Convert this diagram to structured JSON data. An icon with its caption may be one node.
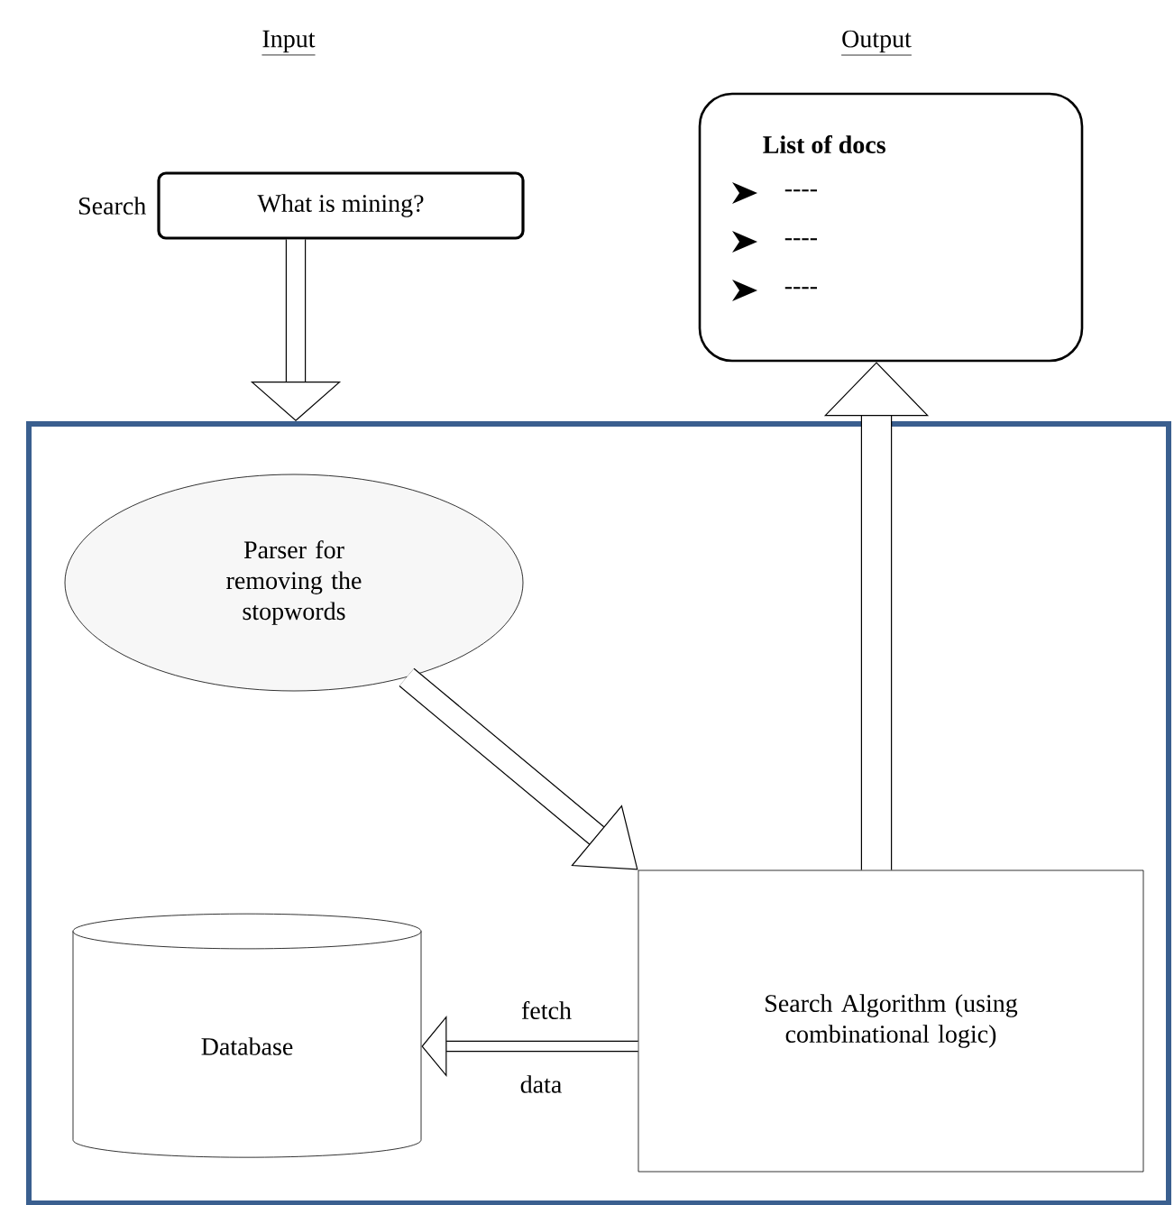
{
  "diagram": {
    "nodes": [
      {
        "text": [
          "What is mining?"
        ],
        "beside": [
          "Search"
        ]
      },
      {
        "text": [
          "List of docs",
          "----",
          "----",
          "----"
        ]
      },
      {
        "text": [],
        "shape": "box"
      },
      {
        "text": [
          "Parser for removing the stopwords"
        ],
        "in": 2
      },
      {
        "text": [
          "Search Algorithm (using combinational logic)"
        ],
        "in": 2
      },
      {
        "text": [
          "Database"
        ],
        "in": 2
      }
    ],
    "edges": [
      {
        "from": 0,
        "to": 2,
        "arrow": "to"
      },
      {
        "from": 3,
        "to": 4,
        "arrow": "to"
      },
      {
        "from": 4,
        "to": 1,
        "arrow": "to"
      },
      {
        "from": 4,
        "to": 5,
        "arrow": "to",
        "label": "fetch"
      }
    ],
    "labels": [
      "Input",
      "Output",
      "data"
    ]
  }
}
